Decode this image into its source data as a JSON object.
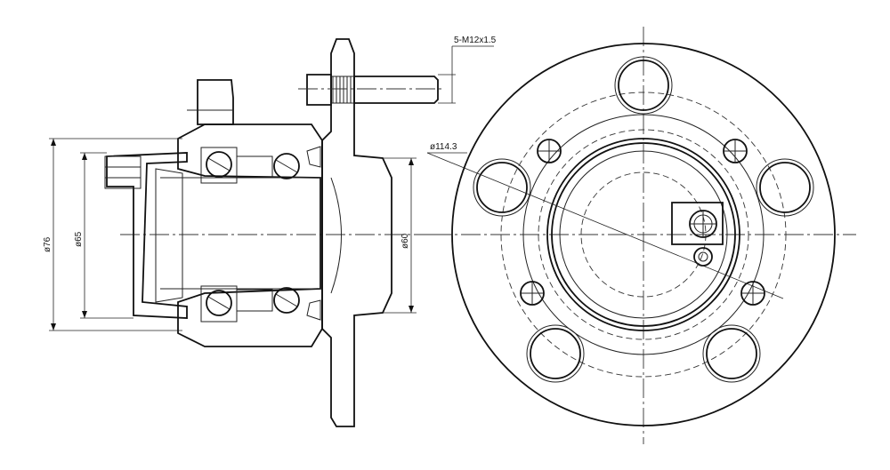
{
  "dimensions": {
    "thread": "5-M12x1.5",
    "pcd": "ø114.3",
    "outer_diameter": "ø76",
    "seal_diameter": "ø65",
    "pilot_diameter": "ø60"
  },
  "colors": {
    "line": "#111111",
    "background": "#ffffff"
  }
}
